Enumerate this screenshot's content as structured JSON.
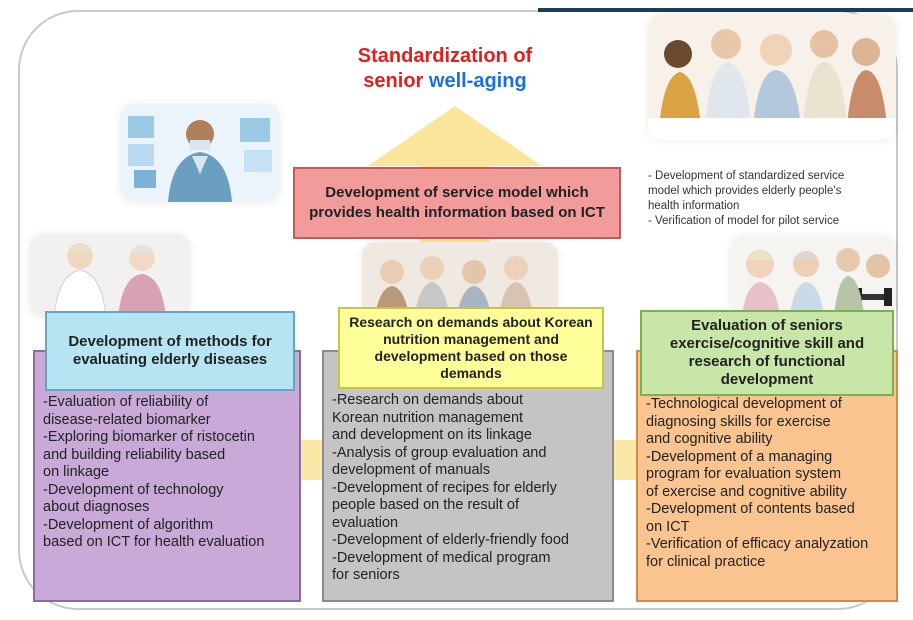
{
  "title": {
    "line1": "Standardization of",
    "line2_a": "senior",
    "line2_b": "well-aging"
  },
  "center_box": {
    "text": "Development of service model which provides health information based on ICT"
  },
  "side_notes": [
    "- Development  of  standardized  service\n   model  which  provides  elderly  people's\n   health  information",
    "- Verification  of  model  for  pilot  service"
  ],
  "columns": [
    {
      "heading": "Development of methods for evaluating elderly diseases",
      "items": [
        "-Evaluation of reliability of\n disease-related biomarker",
        "-Exploring biomarker of ristocetin\n and building reliability based\n on linkage",
        "-Development of technology\n about diagnoses",
        "-Development of algorithm\n based on ICT for health evaluation"
      ]
    },
    {
      "heading": "Research on demands about Korean nutrition management and development based on those demands",
      "items": [
        "-Research on demands about\n Korean nutrition management\n and development on its linkage",
        "-Analysis of group evaluation and\n development of manuals",
        "-Development of recipes for elderly\n people based on the result of\n evaluation",
        "-Development of elderly-friendly food",
        "-Development of medical program\n for seniors"
      ]
    },
    {
      "heading": "Evaluation of seniors exercise/cognitive skill and research of functional development",
      "items": [
        "-Technological development of\n diagnosing skills for exercise\n and cognitive ability",
        "-Development of a managing\n program for evaluation system\n of exercise and cognitive ability",
        "-Development of contents based\n on ICT",
        "-Verification of efficacy analyzation\n for clinical practice"
      ]
    }
  ],
  "colors": {
    "title_red": "#e41d1d",
    "title_blue": "#1c6fe0",
    "arrow": "#fbe59a",
    "center_box": "#f29b9b",
    "col1_head": "#b7e4f2",
    "col1_body": "#c8a9d8",
    "col2_head": "#ffff99",
    "col2_body": "#c4c4c4",
    "col3_head": "#c8e6a8",
    "col3_body": "#f9c48f"
  },
  "icons": [
    "doctor-tablet-photo",
    "seniors-group-photo",
    "doctor-patient-photo",
    "seniors-meal-photo",
    "seniors-exercise-photo"
  ]
}
